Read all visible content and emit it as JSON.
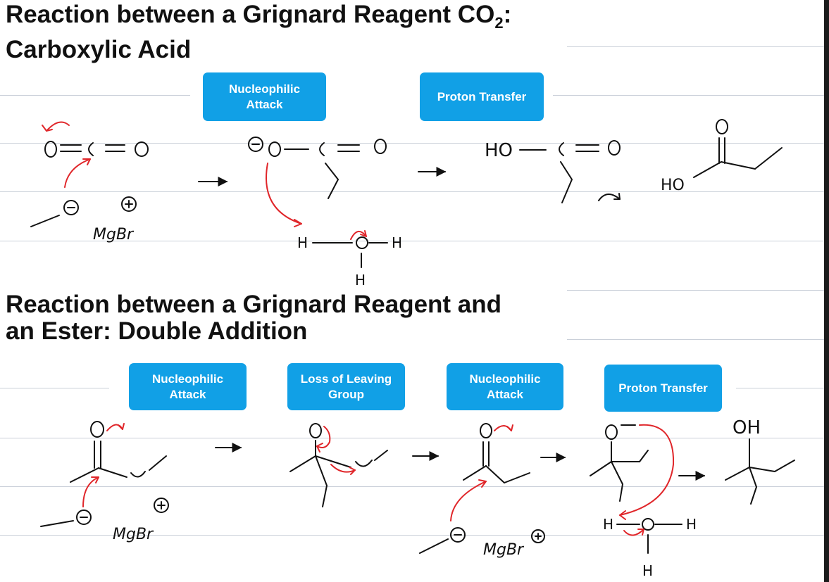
{
  "section1": {
    "title_line1_main": "Reaction between a Grignard Reagent CO",
    "title_line1_sub": "2",
    "title_line1_end": ":",
    "title_line2": "Carboxylic Acid",
    "steps": [
      "Nucleophilic Attack",
      "Proton Transfer"
    ]
  },
  "section2": {
    "title_line1": "Reaction between a Grignard Reagent and",
    "title_line2": "an Ester: Double Addition",
    "steps": [
      "Nucleophilic Attack",
      "Loss of Leaving Group",
      "Nucleophilic Attack",
      "Proton Transfer"
    ]
  },
  "handwriting": {
    "mgbr": "MgBr",
    "ho": "HO",
    "oh": "OH",
    "h": "H"
  },
  "colors": {
    "step_box": "#11a0e6",
    "arrow_red": "#e0262a",
    "ink": "#111111"
  }
}
